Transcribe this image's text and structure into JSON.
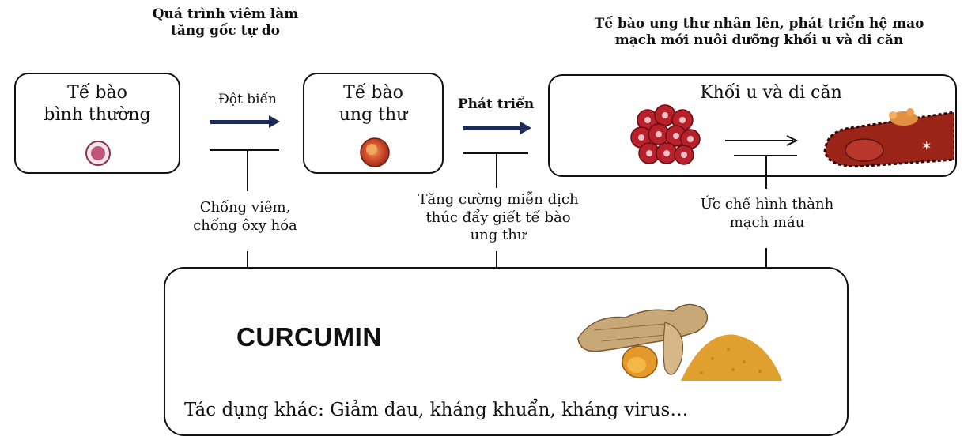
{
  "top": {
    "inflammation_note": [
      "Quá trình viêm làm",
      "tăng gốc tự do"
    ],
    "proliferation_note": [
      "Tế bào ung thư nhân lên, phát triển hệ mao",
      "mạch mới nuôi dưỡng khối u và di căn"
    ]
  },
  "stages": {
    "normal_cell": [
      "Tế bào",
      "bình thường"
    ],
    "cancer_cell": [
      "Tế bào",
      "ung thư"
    ],
    "tumor": "Khối u và di căn"
  },
  "arrows": {
    "mutation": "Đột biến",
    "growth": "Phát triển"
  },
  "effects": {
    "anti_inflammation": [
      "Chống viêm,",
      "chống ôxy hóa"
    ],
    "immune_boost": [
      "Tăng cường miễn dịch",
      "thúc đẩy giết tế bào",
      "ung thư"
    ],
    "angiogenesis": [
      "Ức chế hình thành",
      "mạch máu"
    ]
  },
  "curcumin": {
    "title": "CURCUMIN",
    "other_effects": "Tác dụng khác: Giảm đau, kháng khuẩn, kháng virus…"
  },
  "colors": {
    "arrow": "#1e2a57",
    "cell_pink": "#c0577a",
    "cancer_red": "#c84028",
    "turmeric": "#e0a030"
  }
}
